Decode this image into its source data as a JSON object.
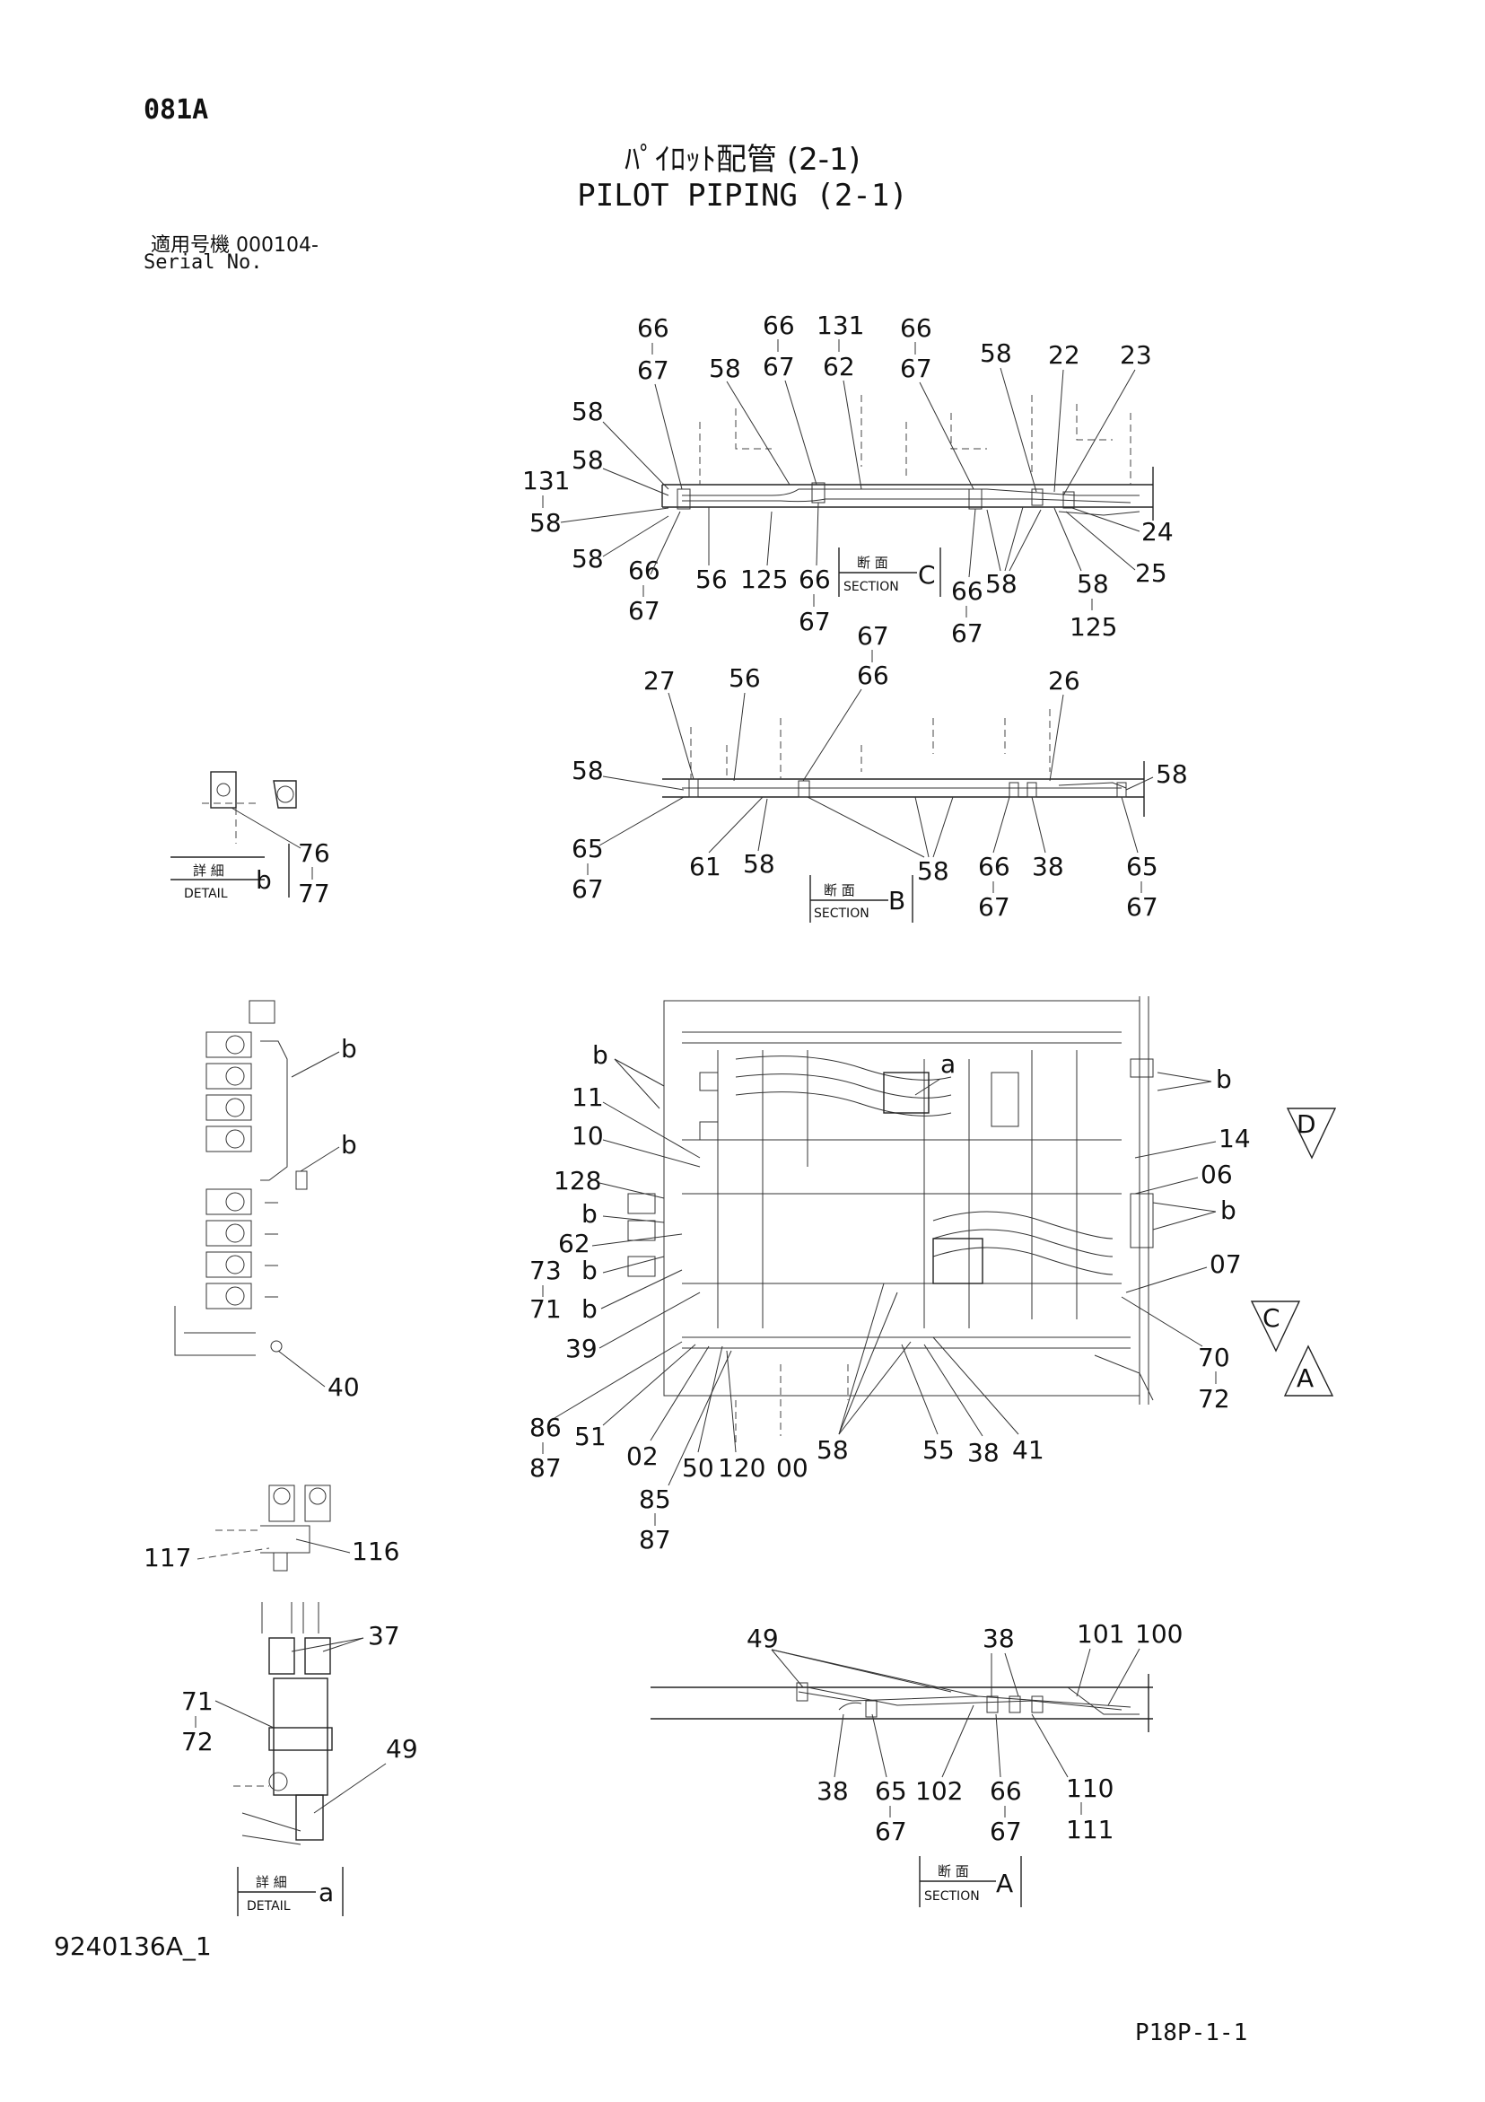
{
  "header": {
    "page_id": "081A",
    "title_jp": "ﾊﾟｲﾛｯﾄ配管 (2-1)",
    "title_en": "PILOT PIPING (2-1)",
    "serial_jp": "適用号機 000104-",
    "serial_en": "Serial No."
  },
  "footer": {
    "drawing_number": "9240136A_1",
    "page_ref": "P18P-1-1"
  },
  "boxes": {
    "section_c": {
      "jp": "断 面",
      "en": "SECTION",
      "letter": "C"
    },
    "section_b": {
      "jp": "断 面",
      "en": "SECTION",
      "letter": "B"
    },
    "section_a": {
      "jp": "断 面",
      "en": "SECTION",
      "letter": "A"
    },
    "detail_b": {
      "jp": "詳 細",
      "en": "DETAIL",
      "letter": "b"
    },
    "detail_a": {
      "jp": "詳 細",
      "en": "DETAIL",
      "letter": "a"
    }
  },
  "view_markers": {
    "d": "D",
    "c": "C",
    "a": "A"
  },
  "callouts_c": [
    "66",
    "67",
    "66",
    "67",
    "131",
    "62",
    "66",
    "67",
    "58",
    "22",
    "23",
    "58",
    "58",
    "58",
    "131",
    "58",
    "58",
    "66",
    "67",
    "56",
    "125",
    "66",
    "67",
    "66",
    "67",
    "58",
    "58",
    "125",
    "24",
    "25"
  ],
  "callouts_b": [
    "27",
    "56",
    "67",
    "66",
    "26",
    "58",
    "58",
    "65",
    "67",
    "61",
    "58",
    "58",
    "66",
    "67",
    "38",
    "65",
    "67"
  ],
  "callouts_detail_b": [
    "76",
    "77"
  ],
  "callouts_main": [
    "b",
    "11",
    "10",
    "128",
    "b",
    "62",
    "73",
    "b",
    "71",
    "b",
    "39",
    "a",
    "b",
    "14",
    "06",
    "b",
    "07",
    "70",
    "72",
    "86",
    "87",
    "51",
    "02",
    "50",
    "120",
    "00",
    "58",
    "85",
    "87",
    "55",
    "38",
    "41"
  ],
  "callouts_left": [
    "b",
    "b",
    "40",
    "117",
    "116",
    "37",
    "71",
    "72",
    "49"
  ],
  "callouts_a": [
    "49",
    "38",
    "101",
    "100",
    "38",
    "65",
    "67",
    "102",
    "66",
    "67",
    "110",
    "111"
  ]
}
